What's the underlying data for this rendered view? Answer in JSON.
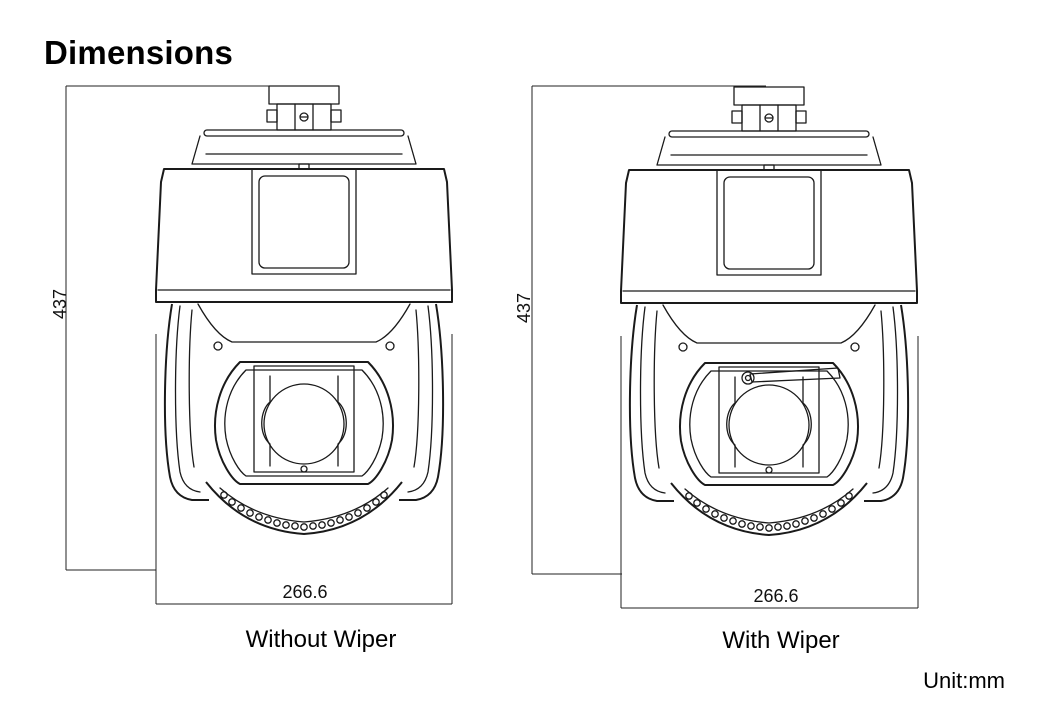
{
  "title": "Dimensions",
  "views": [
    {
      "caption": "Without Wiper",
      "height_label": "437",
      "width_label": "266.6",
      "wiper": false
    },
    {
      "caption": "With Wiper",
      "height_label": "437",
      "width_label": "266.6",
      "wiper": true
    }
  ],
  "unit_label": "Unit:mm"
}
